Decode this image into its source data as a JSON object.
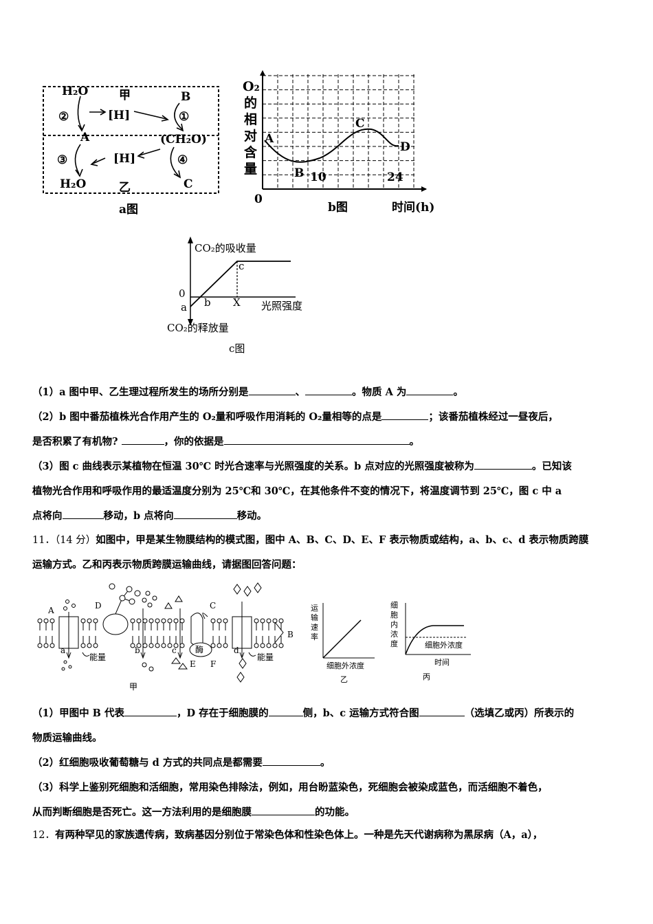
{
  "fig_a": {
    "h2o_top": "H₂O",
    "jia": "甲",
    "b_top": "B",
    "c2": "②",
    "h1": "[H]",
    "c1": "①",
    "a": "A",
    "ch2o": "(CH₂O)",
    "c3": "③",
    "h2": "[H]",
    "c4": "④",
    "h2o_bot": "H₂O",
    "yi": "乙",
    "c_bot": "C",
    "caption": "a图"
  },
  "fig_b": {
    "ylabel": [
      "O₂",
      "的",
      "相",
      "对",
      "含",
      "量"
    ],
    "points": {
      "A": "A",
      "B": "B",
      "C": "C",
      "D": "D"
    },
    "x_ticks": [
      "0",
      "10",
      "24"
    ],
    "caption": "b图",
    "xlabel": "时间(h)"
  },
  "fig_c": {
    "y_up": "CO₂的吸收量",
    "y_down": "CO₂的释放量",
    "zero": "0",
    "a": "a",
    "b": "b",
    "c": "c",
    "x": "X",
    "xlabel": "光照强度",
    "caption": "c图"
  },
  "q10": {
    "p1": "（1）a 图中甲、乙生理过程所发生的场所分别是",
    "p1b": "、",
    "p1c": "。物质 A 为",
    "p1d": "。",
    "p2": "（2）b 图中番茄植株光合作用产生的 O₂量和呼吸作用消耗的 O₂量相等的点是",
    "p2b": "；该番茄植株经过一昼夜后，",
    "p2c": "是否积累了有机物? ",
    "p2d": "，你的依据是",
    "p2e": "。",
    "p3": "（3）图 c 曲线表示某植物在恒温 30℃ 时光合速率与光照强度的关系。b 点对应的光照强度被称为",
    "p3b": "。已知该",
    "p3c": "植物光合作用和呼吸作用的最适温度分别为 25℃和 30℃，在其他条件不变的情况下，将温度调节到 25℃，图 c 中 a",
    "p3d": "点将向",
    "p3e": "移动，b 点将向",
    "p3f": "移动。"
  },
  "q11": {
    "num": "11．（14 分）",
    "stem": "如图中，甲是某生物膜结构的模式图，图中 A、B、C、D、E、F 表示物质或结构，a、b、c、d 表示物质跨膜",
    "stem2": "运输方式。乙和丙表示物质跨膜运输曲线，请据图回答问题：",
    "fig": {
      "A": "A",
      "B": "B",
      "C": "C",
      "D": "D",
      "E": "E",
      "F": "F",
      "a": "a",
      "b": "b",
      "c": "c",
      "d": "d",
      "energy1": "能量",
      "energy2": "能量",
      "enzyme": "酶",
      "jia": "甲",
      "yi_ylabel": [
        "运",
        "输",
        "速",
        "率"
      ],
      "yi_xlabel": "细胞外浓度",
      "yi": "乙",
      "bing_ylabel": [
        "细",
        "胞",
        "内",
        "浓",
        "度"
      ],
      "bing_ref": "细胞外浓度",
      "bing_xlabel": "时间",
      "bing": "丙"
    },
    "p1": "（1）甲图中 B 代表",
    "p1b": "，D 存在于细胞膜的",
    "p1c": "侧，b、c 运输方式符合图",
    "p1d": "（选填乙或丙）所表示的",
    "p1e": "物质运输曲线。",
    "p2": "（2）红细胞吸收葡萄糖与 d 方式的共同点是都需要",
    "p2b": "。",
    "p3": "（3）科学上鉴别死细胞和活细胞，常用染色排除法，例如，用台盼蓝染色，死细胞会被染成蓝色，而活细胞不着色，",
    "p3b": "从而判断细胞是否死亡。这一方法利用的是细胞膜",
    "p3c": "的功能。"
  },
  "q12": {
    "num": "12．",
    "stem": "有两种罕见的家族遗传病，致病基因分别位于常染色体和性染色体上。一种是先天代谢病称为黑尿病（A，a），"
  }
}
